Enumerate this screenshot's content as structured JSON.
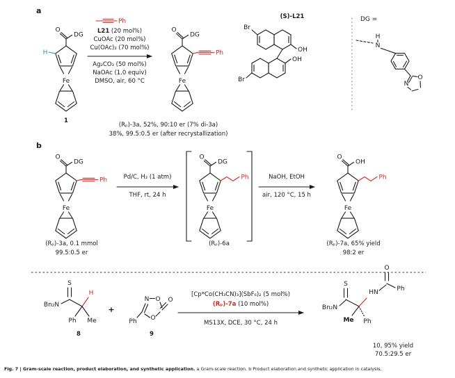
{
  "colors": {
    "accent_red": "#d3281c",
    "highlight_blue": "#2b8cbe"
  },
  "atoms": {
    "O": "O",
    "OH": "OH",
    "DG": "DG",
    "Fe": "Fe",
    "H": "H",
    "Ph": "Ph",
    "Br": "Br",
    "N": "N",
    "S": "S",
    "Me": "Me",
    "Bn2N": "Bn₂N",
    "HN": "HN"
  },
  "panel_a": {
    "label": "a",
    "compound_1_label": "1",
    "ligand_line": {
      "bold": "L21",
      "rest": " (20 mol%)"
    },
    "conditions_above": [
      "CuOAc (20 mol%)",
      "Cu(OAc)₂ (70 mol%)"
    ],
    "conditions_below": [
      "Ag₂CO₃ (50 mol%)",
      "NaOAc (1.0 equiv)",
      "DMSO, air, 60 °C"
    ],
    "product_line1": "(Rₚ)-3a, 52%, 90:10 er (7% di-3a)",
    "product_line2": "38%, 99.5:0.5 er (after recrystallization)",
    "ligand_label": "(S)-L21",
    "dg_label": "DG ="
  },
  "panel_b": {
    "label": "b",
    "start_line1": "(Rₚ)-3a, 0.1 mmol",
    "start_line2": "99.5:0.5 er",
    "arrow1_above": "Pd/C, H₂ (1 atm)",
    "arrow1_below": "THF, rt, 24 h",
    "intermediate_label": "(Rₚ)-6a",
    "arrow2_above": "NaOH, EtOH",
    "arrow2_below": "air, 120 °C, 15 h",
    "product_line1": "(Rₚ)-7a, 65% yield",
    "product_line2": "98:2 er"
  },
  "application": {
    "compound_8_label": "8",
    "plus": "+",
    "compound_9_label": "9",
    "cond_line1": "[Cp*Co(CH₃CN)₃](SbF₆)₂ (5 mol%)",
    "cond_line2_catalyst": "(Rₚ)-7a",
    "cond_line2_rest": " (10 mol%)",
    "cond_below": "MS13X, DCE, 30 °C, 24 h",
    "product_line1": "10, 95% yield",
    "product_line2": "70.5:29.5 er"
  },
  "caption": {
    "bold": "Fig. 7 | Gram-scale reaction, product elaboration, and synthetic application.",
    "rest": " a Gram-scale reaction. b Product elaboration and synthetic application in catalysis."
  }
}
